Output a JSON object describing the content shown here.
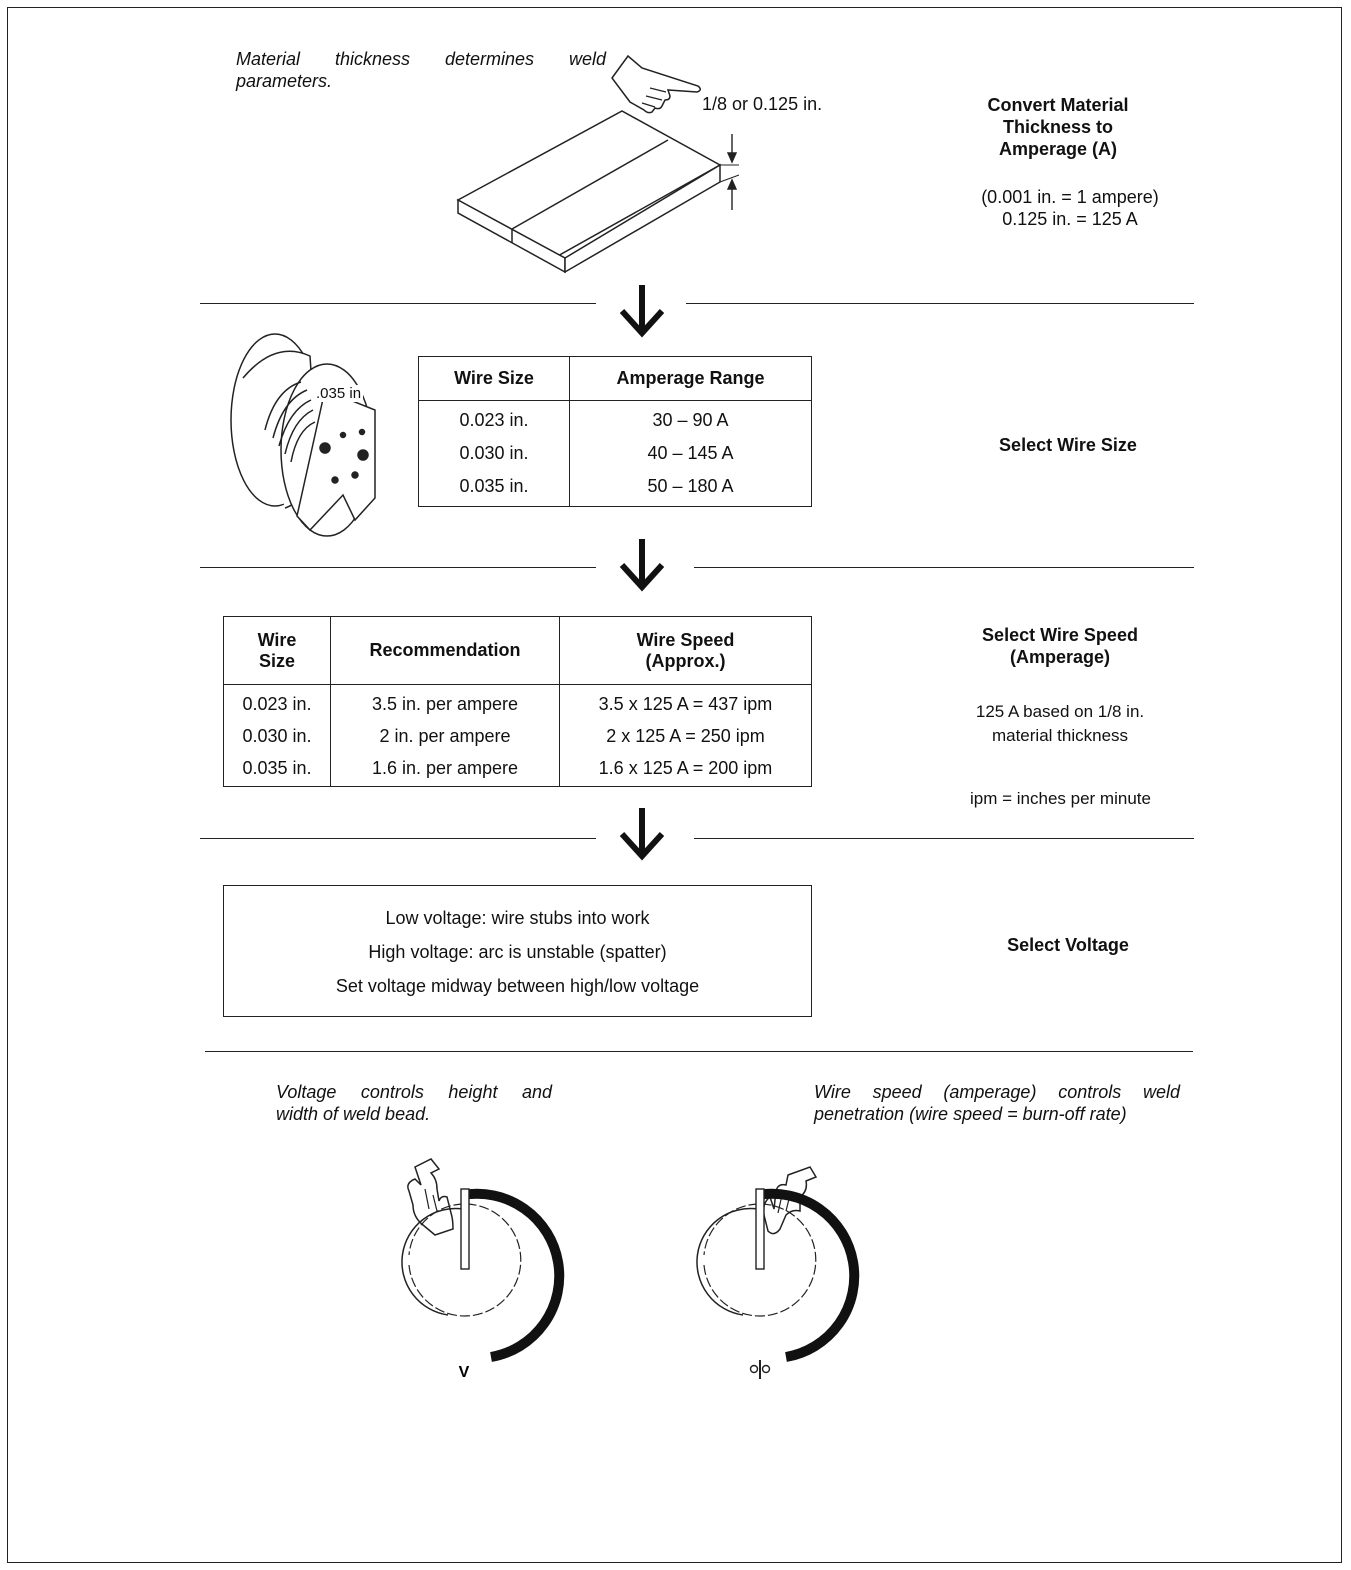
{
  "step1": {
    "note": "Material thickness determines weld",
    "note_line2": "parameters.",
    "thickness_label": "1/8 or 0.125 in.",
    "heading": [
      "Convert Material",
      "Thickness to",
      "Amperage (A)"
    ],
    "conversion": [
      "(0.001 in.  =  1 ampere)",
      "0.125 in.  =  125 A"
    ]
  },
  "step2": {
    "spool_label": ".035 in",
    "headers": [
      "Wire Size",
      "Amperage Range"
    ],
    "rows": [
      [
        "0.023 in.",
        "30 – 90 A"
      ],
      [
        "0.030 in.",
        "40 – 145 A"
      ],
      [
        "0.035 in.",
        "50 – 180 A"
      ]
    ],
    "heading": "Select Wire Size"
  },
  "step3": {
    "headers": [
      "Wire Size",
      "Recommendation",
      "Wire Speed (Approx.)"
    ],
    "header_lines": [
      [
        "Wire",
        "Size"
      ],
      [
        "Recommendation"
      ],
      [
        "Wire Speed",
        "(Approx.)"
      ]
    ],
    "rows": [
      [
        "0.023 in.",
        "3.5 in. per ampere",
        "3.5 x 125 A = 437 ipm"
      ],
      [
        "0.030 in.",
        "2 in. per ampere",
        "2 x 125 A = 250 ipm"
      ],
      [
        "0.035 in.",
        "1.6 in. per ampere",
        "1.6 x 125 A = 200 ipm"
      ]
    ],
    "heading": [
      "Select Wire Speed",
      "(Amperage)"
    ],
    "note": [
      "125 A based on 1/8 in.",
      "material thickness"
    ],
    "ipm_note": "ipm = inches per minute"
  },
  "step4": {
    "lines": [
      "Low voltage: wire stubs into work",
      "High voltage: arc is unstable (spatter)",
      "Set voltage midway between high/low voltage"
    ],
    "heading": "Select Voltage"
  },
  "knobs": {
    "voltage_note": [
      "Voltage controls height and",
      "width of weld bead."
    ],
    "voltage_symbol": "V",
    "speed_note": [
      "Wire speed (amperage) controls weld",
      "penetration (wire speed = burn-off rate)"
    ],
    "speed_symbol": "wire-feed-speed-symbol"
  }
}
